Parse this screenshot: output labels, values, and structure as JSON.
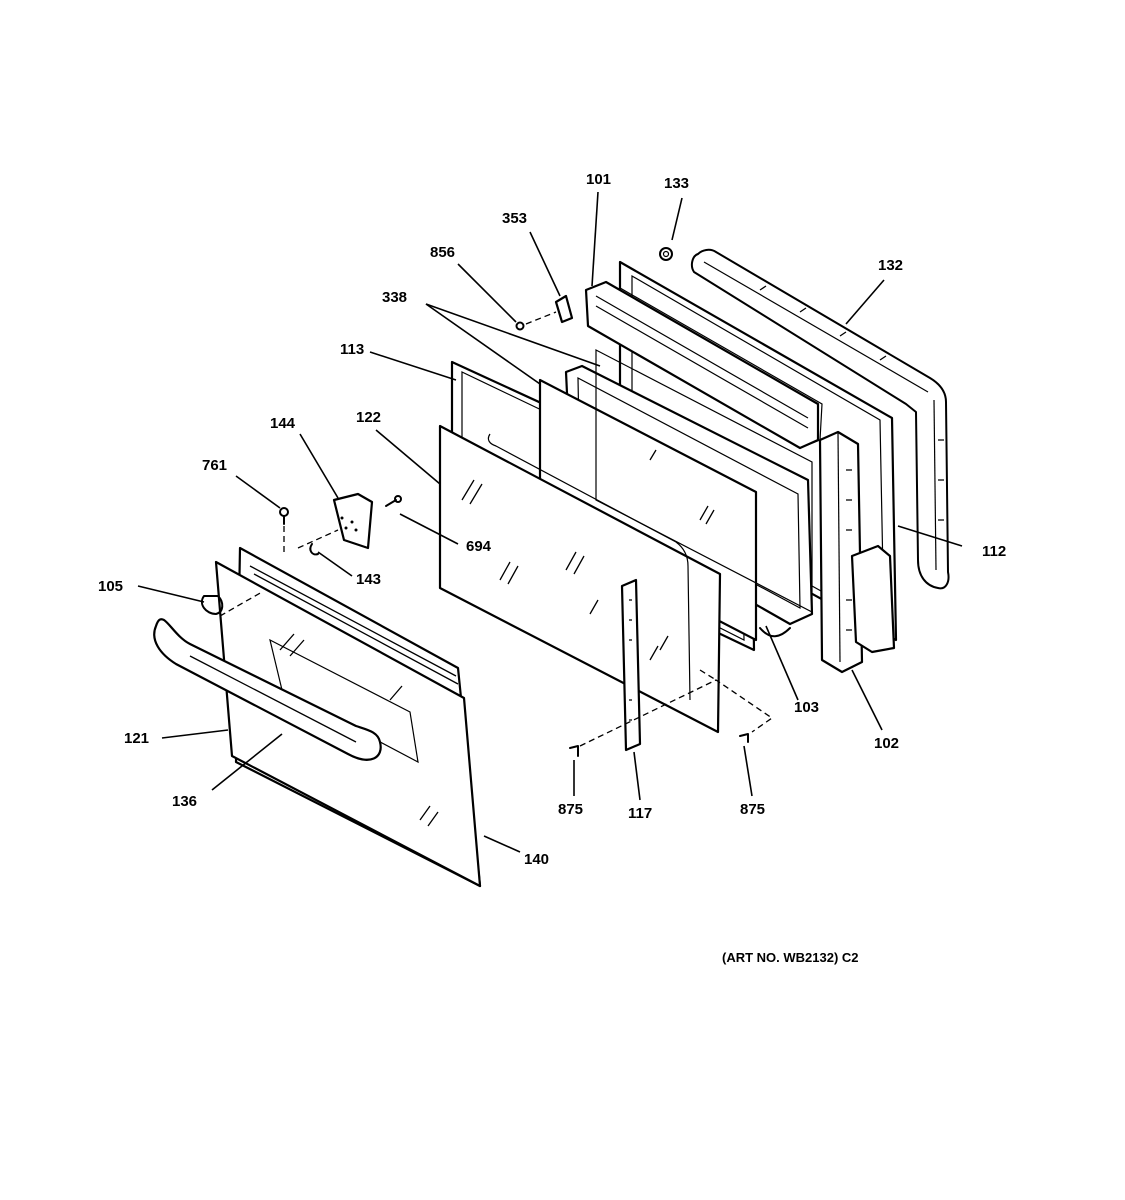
{
  "diagram": {
    "callouts": {
      "c101": "101",
      "c133": "133",
      "c353": "353",
      "c856": "856",
      "c132": "132",
      "c338": "338",
      "c113": "113",
      "c144": "144",
      "c122": "122",
      "c761": "761",
      "c694": "694",
      "c112": "112",
      "c143": "143",
      "c105": "105",
      "c103": "103",
      "c121": "121",
      "c102": "102",
      "c136": "136",
      "c875a": "875",
      "c117": "117",
      "c875b": "875",
      "c140": "140"
    },
    "art_number": "(ART NO. WB2132) C2"
  }
}
